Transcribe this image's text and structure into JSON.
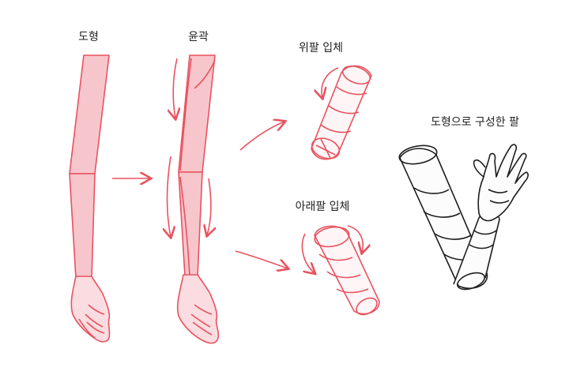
{
  "labels": {
    "shape": "도형",
    "contour": "윤곽",
    "upper_arm_volume": "위팔 입체",
    "forearm_volume": "아래팔 입체",
    "arm_from_shapes": "도형으로 구성한 팔"
  },
  "colors": {
    "red_line": "#e8525f",
    "red_fill": "#f7c6cc",
    "dark_line": "#1e1e1e",
    "text": "#222222",
    "background": "#ffffff"
  }
}
